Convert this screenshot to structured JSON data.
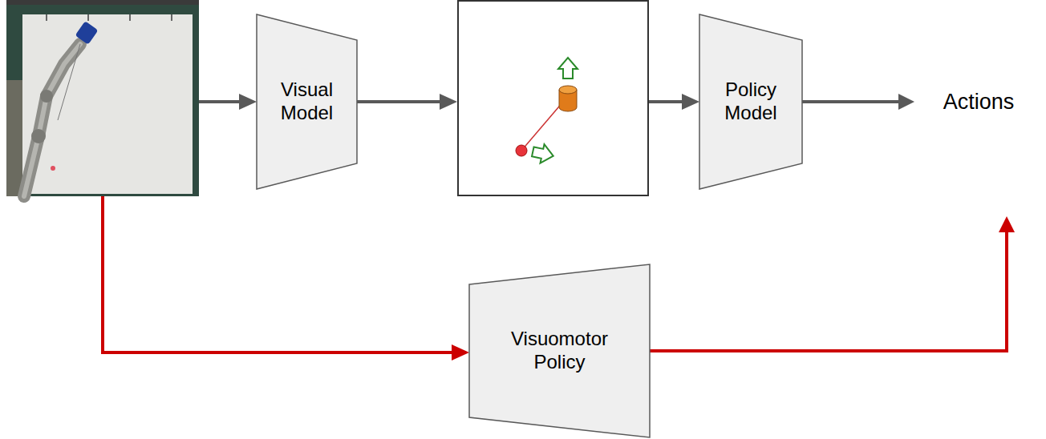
{
  "diagram": {
    "nodes": [
      {
        "text": [
          "Visual Model"
        ]
      },
      {
        "text": [
          "Policy Model"
        ]
      },
      {
        "text": [
          "Actions"
        ]
      },
      {
        "text": [
          "Visuomotor Policy"
        ]
      }
    ],
    "edges": [
      {
        "from": 1,
        "to": 2,
        "arrow": "to"
      },
      {
        "from": 3,
        "to": 2,
        "arrow": "to"
      }
    ]
  }
}
